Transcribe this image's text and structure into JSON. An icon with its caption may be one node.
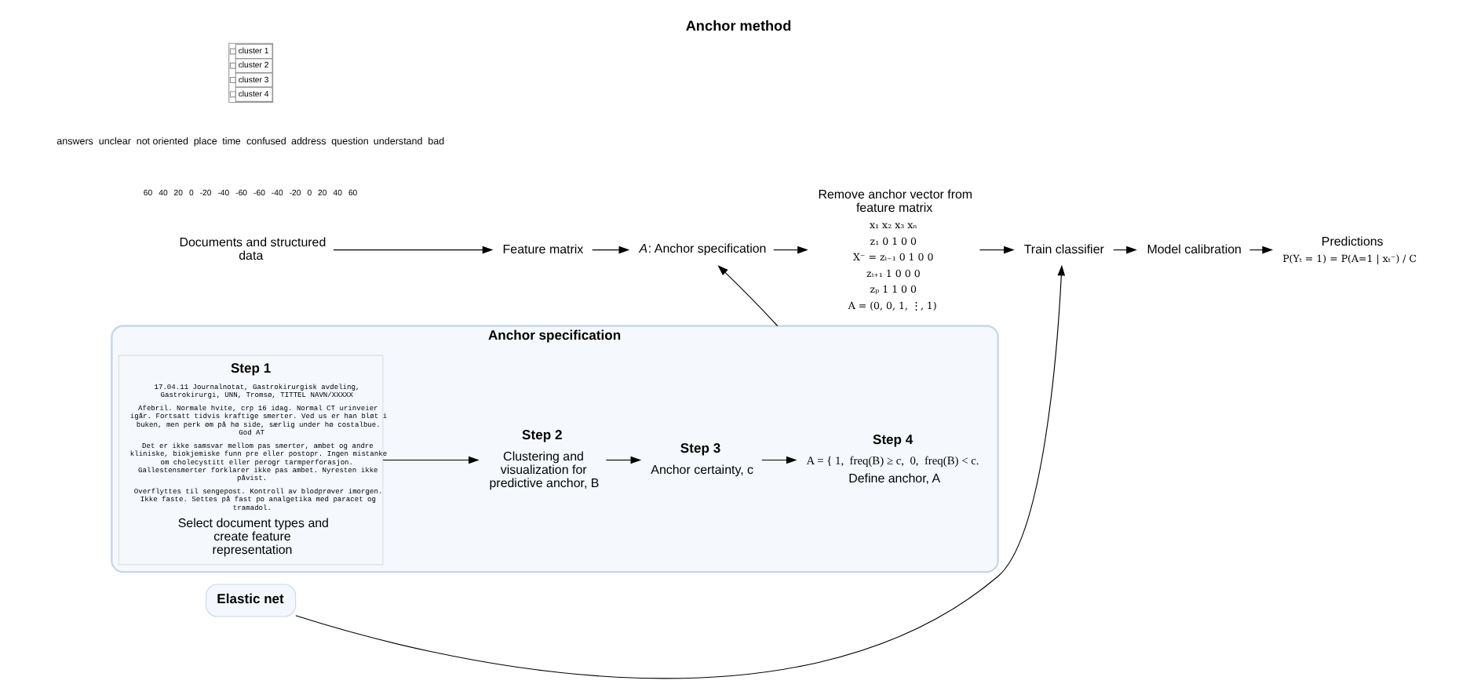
{
  "diagram": {
    "title": "Anchor method",
    "nodes": [
      {
        "text": [
          "Documents and structured data"
        ]
      },
      {
        "text": [
          "Feature matrix"
        ]
      },
      {
        "text": [
          "*A*: Anchor specification"
        ]
      },
      {
        "text": [
          "Remove anchor vector from feature matrix"
        ],
        "beside": [
          "x₁ x₂ x₃ xₙ",
          "z₁ 0 1 0 0",
          "X⁻ = zᵢ₋₁ 0 1 0 0",
          "zᵢ₊₁ 1 0 0 0",
          "zₚ 1 1 0 0",
          "A = (0, 0, 1, ⋮, 1)"
        ]
      },
      {
        "text": [
          "Train classifier"
        ]
      },
      {
        "text": [
          "Model calibration"
        ]
      },
      {
        "text": [
          "Predictions"
        ],
        "beside": [
          "P(Yₜ = 1) = P(A=1 | xₜ⁻) / C"
        ]
      },
      {
        "text": [
          "Elastic net"
        ]
      },
      {
        "text": [
          "Anchor specification"
        ]
      },
      {
        "text": [
          "Step 1",
          "17.04.11 Journalnotat, Gastrokirurgisk avdeling, Gastrokirurgi, UNN, Tromsø, TITTEL NAVN/XXXXX",
          "Afebril. Normale hvite, crp 16 idag. Normal CT urinveier igår. Fortsatt tidvis kraftige smerter. Ved us er han bløt i buken, men perk øm på hø side, særlig under hø costalbue. God AT",
          "Det er ikke samsvar mellom pas smerter, ambet og andre kliniske, biokjemiske funn pre eller postopr. Ingen mistanke om cholecystitt eller perogr tarmperforasjon. Gallestensmerter forklarer ikke pas ambet. Nyresten ikke påvist.",
          "Overflyttes til sengepost. Kontroll av blodprøver imorgen. Ikke faste. Settes på fast po analgetika med paracet og tramadol.",
          "Select document types and create feature representation"
        ],
        "in": 8
      },
      {
        "text": [
          "Step 2",
          "Clustering and visualization for predictive anchor, B"
        ],
        "in": 8
      },
      {
        "text": [
          "Step 3",
          "Anchor certainty, c"
        ],
        "in": 8
      },
      {
        "text": [
          "Step 4",
          "A = { 1,  freq(B) ≥ c,  0,  freq(B) < c.",
          "Define anchor, A"
        ],
        "in": 8
      }
    ],
    "edges": [
      {
        "from": 0,
        "to": 1,
        "arrow": "to"
      },
      {
        "from": 1,
        "to": 2,
        "arrow": "to"
      },
      {
        "from": 2,
        "to": 3,
        "arrow": "to"
      },
      {
        "from": 3,
        "to": 4,
        "arrow": "to"
      },
      {
        "from": 4,
        "to": 5,
        "arrow": "to"
      },
      {
        "from": 5,
        "to": 6,
        "arrow": "to"
      },
      {
        "from": 7,
        "to": 4,
        "arrow": "to"
      },
      {
        "from": 8,
        "to": 2,
        "arrow": "to"
      },
      {
        "from": 9,
        "to": 10,
        "arrow": "to"
      },
      {
        "from": 10,
        "to": 11,
        "arrow": "to"
      },
      {
        "from": 11,
        "to": 12,
        "arrow": "to"
      }
    ],
    "labels": [
      "60",
      "40",
      "20",
      "0",
      "-20",
      "-40",
      "-60",
      "-60",
      "-40",
      "-20",
      "0",
      "20",
      "40",
      "60",
      "answers",
      "unclear",
      "not oriented",
      "place",
      "time",
      "confused",
      "address",
      "question",
      "understand",
      "bad"
    ],
    "legend": [
      {
        "text": "cluster 1"
      },
      {
        "text": "cluster 2"
      },
      {
        "text": "cluster 3"
      },
      {
        "text": "cluster 4"
      }
    ]
  }
}
